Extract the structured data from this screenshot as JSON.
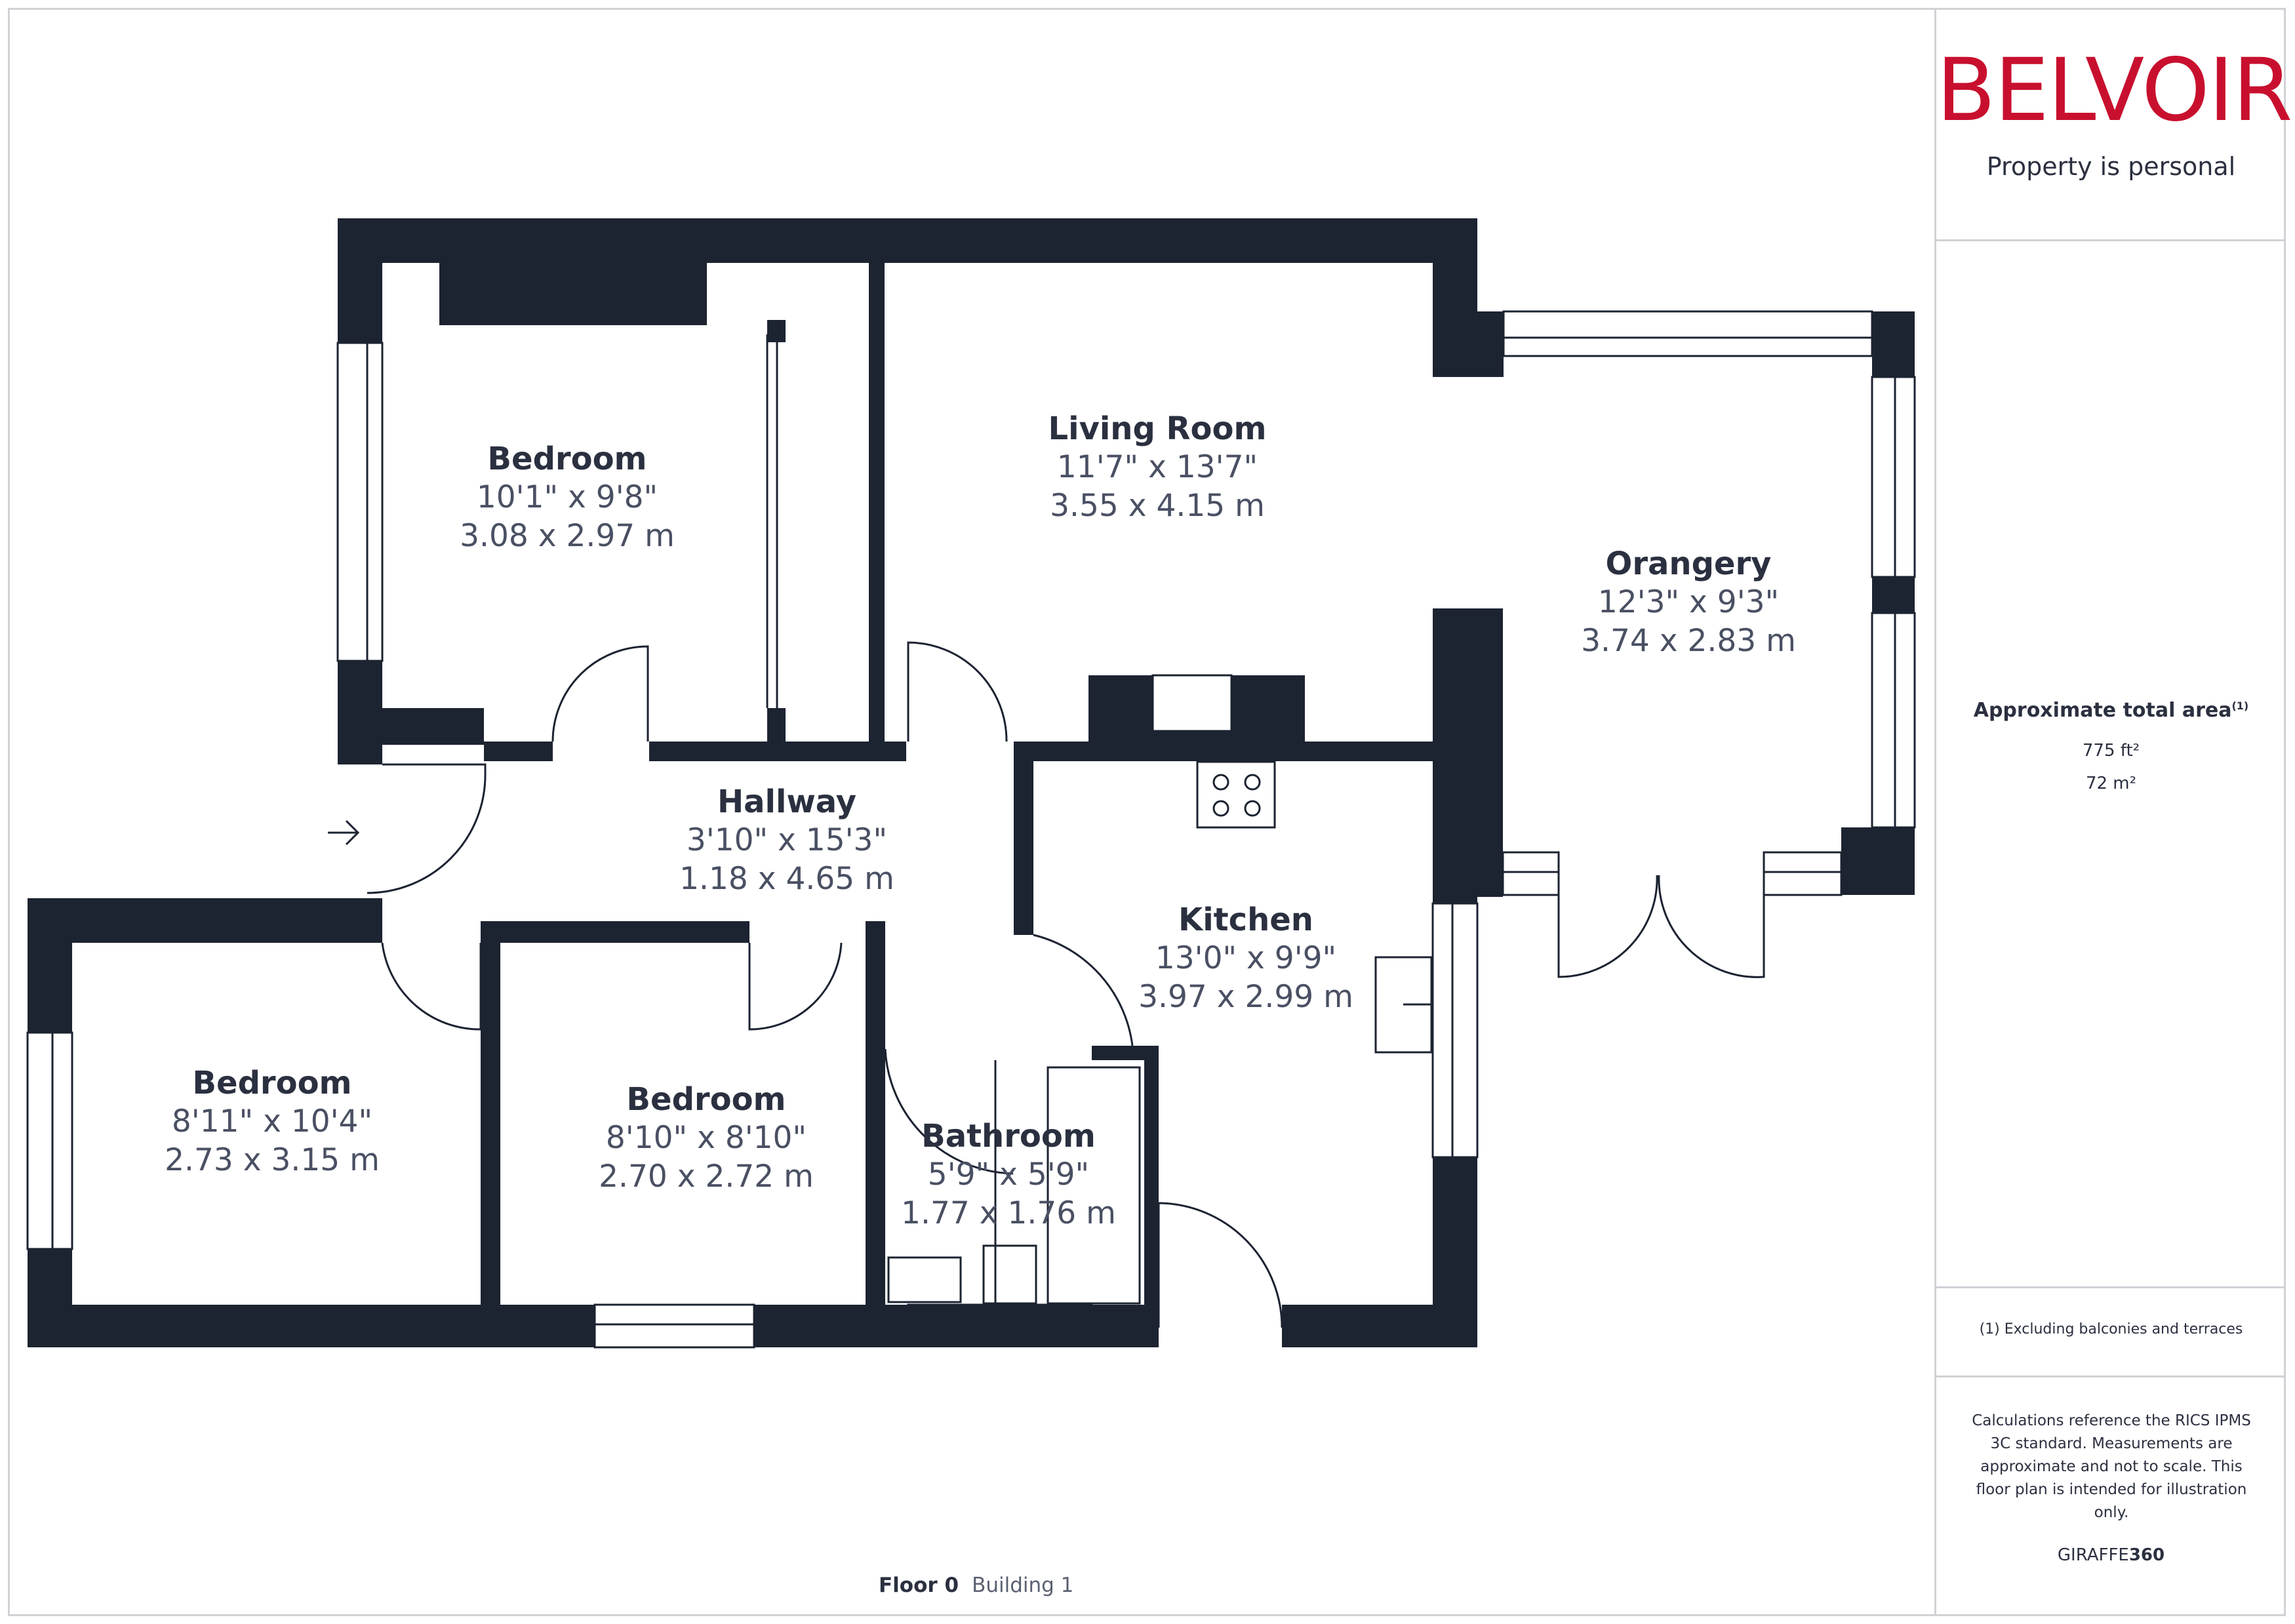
{
  "brand": {
    "logo_text": "BELVOIR!",
    "tagline": "Property is personal",
    "logo_color": "#c8102e"
  },
  "area": {
    "title": "Approximate total area",
    "footnote_marker": "(1)",
    "imperial": "775 ft²",
    "metric": "72 m²"
  },
  "note": "(1) Excluding balconies and terraces",
  "disclaimer": "Calculations reference the RICS IPMS 3C standard. Measurements are approximate and not to scale. This floor plan is intended for illustration only.",
  "provider": {
    "prefix": "GIRAFFE",
    "suffix": "360"
  },
  "floor": {
    "name": "Floor 0",
    "building": "Building 1"
  },
  "rooms": [
    {
      "name": "Bedroom",
      "imperial": "10'1\" x 9'8\"",
      "metric": "3.08 x 2.97 m"
    },
    {
      "name": "Living Room",
      "imperial": "11'7\" x 13'7\"",
      "metric": "3.55 x 4.15 m"
    },
    {
      "name": "Orangery",
      "imperial": "12'3\" x 9'3\"",
      "metric": "3.74 x 2.83 m"
    },
    {
      "name": "Hallway",
      "imperial": "3'10\" x 15'3\"",
      "metric": "1.18 x 4.65 m"
    },
    {
      "name": "Kitchen",
      "imperial": "13'0\" x 9'9\"",
      "metric": "3.97 x 2.99 m"
    },
    {
      "name": "Bedroom",
      "imperial": "8'11\" x 10'4\"",
      "metric": "2.73 x 3.15 m"
    },
    {
      "name": "Bedroom",
      "imperial": "8'10\" x 8'10\"",
      "metric": "2.70 x 2.72 m"
    },
    {
      "name": "Bathroom",
      "imperial": "5'9\" x 5'9\"",
      "metric": "1.77 x 1.76 m"
    }
  ],
  "colors": {
    "wall": "#1c2331",
    "text": "#2b3040",
    "border": "#d0d2d6"
  }
}
